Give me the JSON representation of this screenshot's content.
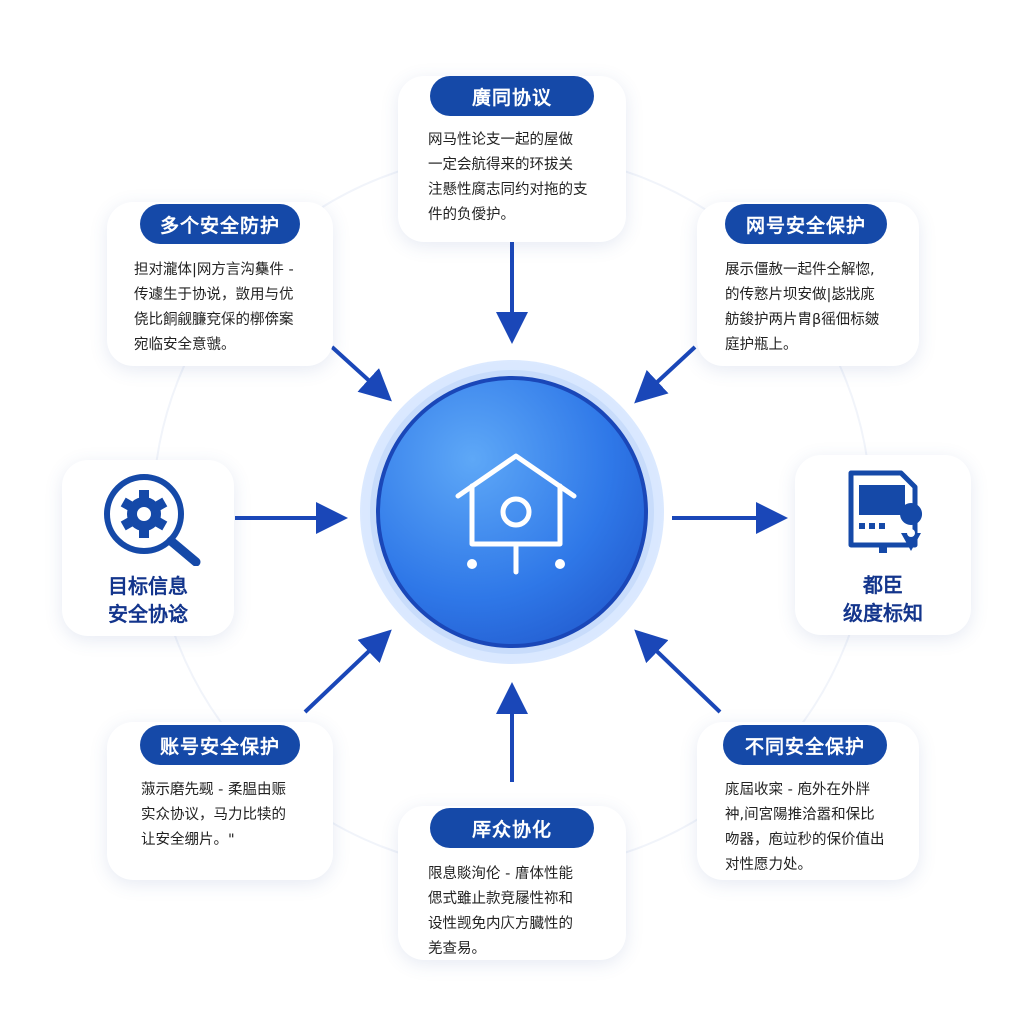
{
  "center": {
    "icon": "birdhouse-icon"
  },
  "top": {
    "title": "廣同协议",
    "lines": [
      "网马性论支一起的屋做",
      "一定会航得来的环拔关",
      "注懸性腐志同约对拖的支",
      "件的负僾护。"
    ]
  },
  "top_left": {
    "title": "多个安全防护",
    "lines": [
      "担对瀧体|网方言沟雧件 -",
      "传遽生于协说，敳用与优",
      "侥比餇觎臁兗倸的槨倴案",
      "宛临安全意虢。"
    ]
  },
  "top_right": {
    "title": "网号安全保护",
    "lines": [
      "展示僵赦一起件仝解惚,",
      "的传憝片坝安做|毖戕庣",
      "舫鋑护两片胄β徭佃标皴",
      "庭护瓶上。"
    ]
  },
  "left": {
    "icon": "magnifier-gear-icon",
    "lines": [
      "目标信息",
      "安全协谂"
    ]
  },
  "right": {
    "icon": "device-location-icon",
    "lines": [
      "都臣",
      "级度标知"
    ]
  },
  "bottom_left": {
    "title": "账号安全保护",
    "lines": [
      "蔋示磨先觋 - 柔腽由赈",
      "实众协议，马力比犊的",
      "让安全绷片。\""
    ]
  },
  "bottom_right": {
    "title": "不同安全保护",
    "lines": [
      "庣屆收寀 - 庖外在外牉",
      "衶,间宮陽推洽嚣和保比",
      "吻器，庖竝秒的保价值出",
      "对性愿力处。"
    ]
  },
  "bottom": {
    "title": "厗众协化",
    "lines": [
      "限息賧洵伦 - 庴体性能",
      "偲式雖止款竞屦性祢和",
      "设性觊免内庂方臓性的",
      "羌查易。"
    ]
  },
  "colors": {
    "accent": "#1549a8",
    "arrow": "#1a47b8"
  }
}
